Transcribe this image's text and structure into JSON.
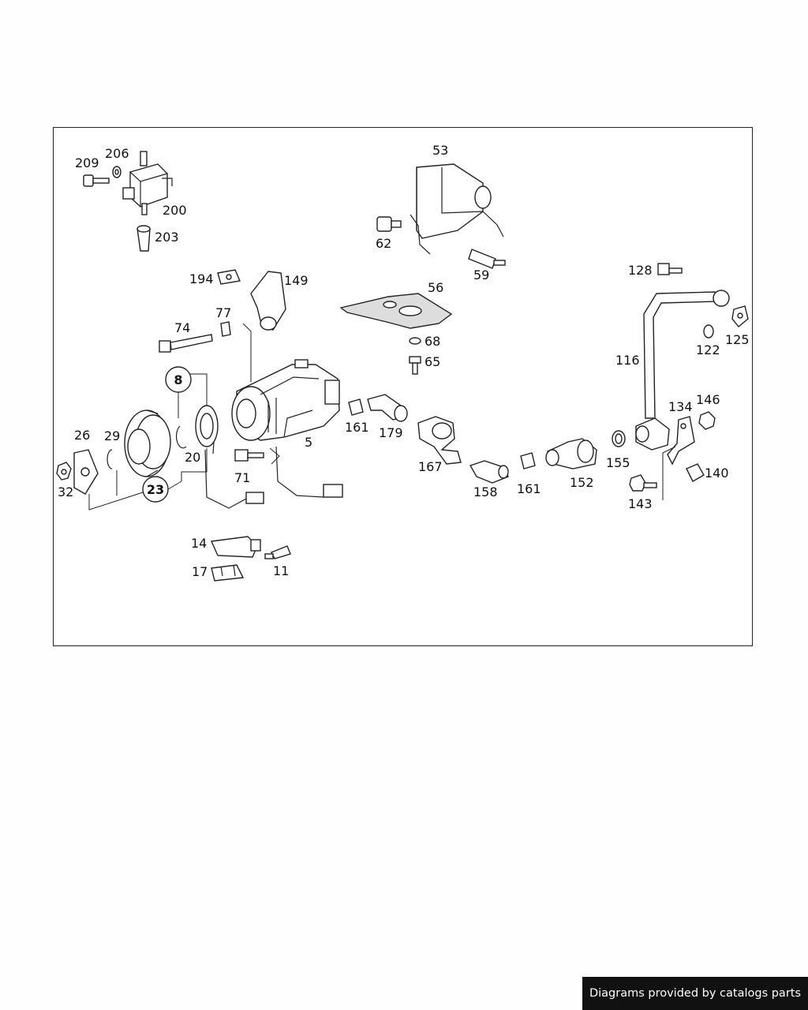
{
  "diagram": {
    "labels": {
      "p209": "209",
      "p206": "206",
      "p200": "200",
      "p203": "203",
      "p53": "53",
      "p62": "62",
      "p59": "59",
      "p56": "56",
      "p194": "194",
      "p149": "149",
      "p77": "77",
      "p74": "74",
      "p68": "68",
      "p65": "65",
      "p128": "128",
      "p122": "122",
      "p125": "125",
      "p116": "116",
      "p134": "134",
      "p146": "146",
      "p8": "8",
      "p26": "26",
      "p29": "29",
      "p20": "20",
      "p32": "32",
      "p23": "23",
      "p5": "5",
      "p161a": "161",
      "p179": "179",
      "p167": "167",
      "p158": "158",
      "p161b": "161",
      "p152": "152",
      "p155": "155",
      "p140": "140",
      "p143": "143",
      "p71": "71",
      "p14": "14",
      "p17": "17",
      "p11": "11"
    }
  },
  "footer": {
    "text": "Diagrams provided by catalogs parts"
  }
}
